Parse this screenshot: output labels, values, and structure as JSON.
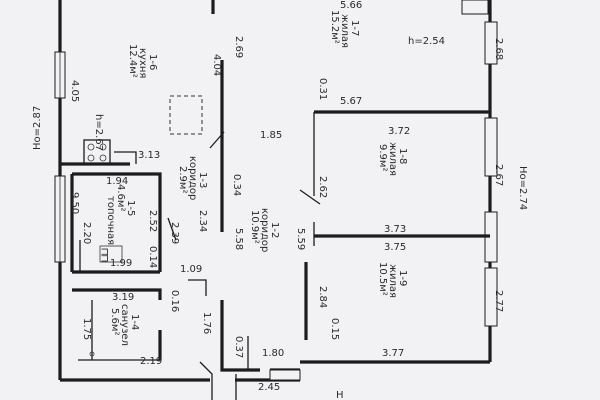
{
  "walls_dims": {
    "ho_left": "Ho=2.87",
    "ho_right": "Ho=2.74",
    "h_top": "h=2.54",
    "h_kitchen": "h=2.67",
    "left_9_50": "9.50",
    "left_4_05": "4.05",
    "left_2_20": "2.20",
    "left_1_75": "1.75",
    "top_5_66": "5.66",
    "right_2_68": "2.68",
    "right_2_67": "2.67",
    "right_2_77": "2.77",
    "r7_4_04": "4.04",
    "r7_2_69": "2.69",
    "r7_1_85": "1.85",
    "r7_0_31": "0.31",
    "r7_5_67": "5.67",
    "r8_3_72": "3.72",
    "r8_2_62": "2.62",
    "r8_3_73": "3.73",
    "r9_3_75": "3.75",
    "r9_5_59": "5.59",
    "r9_2_84": "2.84",
    "r9_0_15": "0.15",
    "r9_3_77": "3.77",
    "k_3_13": "3.13",
    "t_1_94": "1.94",
    "t_2_52": "2.52",
    "t_2_39": "2.39",
    "t_0_14": "0.14",
    "t_1_99": "1.99",
    "c_0_34": "0.34",
    "c_2_34": "2.34",
    "c_5_58": "5.58",
    "c_1_09": "1.09",
    "c_0_16": "0.16",
    "c_1_76": "1.76",
    "c_0_37": "0.37",
    "c_1_80": "1.80",
    "c_2_45": "2.45",
    "s_3_19": "3.19",
    "s_2_19": "2.19"
  },
  "rooms": {
    "r1_7": {
      "num": "1-7",
      "type": "жилая",
      "area": "15.2м²"
    },
    "r1_6": {
      "num": "1-6",
      "type": "кухня",
      "area": "12.4м²"
    },
    "r1_8": {
      "num": "1-8",
      "type": "жилая",
      "area": "9.9м²"
    },
    "r1_3": {
      "num": "1-3",
      "type": "коридор",
      "area": "2.9м²"
    },
    "r1_2": {
      "num": "1-2",
      "type": "коридор",
      "area": "10.9м²"
    },
    "r1_5": {
      "num": "1-5",
      "type": "топочная",
      "area": "4.6м²"
    },
    "r1_9": {
      "num": "1-9",
      "type": "жилая",
      "area": "10.5м²"
    },
    "r1_4": {
      "num": "1-4",
      "type": "санузел",
      "area": "5.6м²"
    }
  },
  "symbols": {
    "pipe": "┌╥┐",
    "ho_bottom": "Н"
  }
}
